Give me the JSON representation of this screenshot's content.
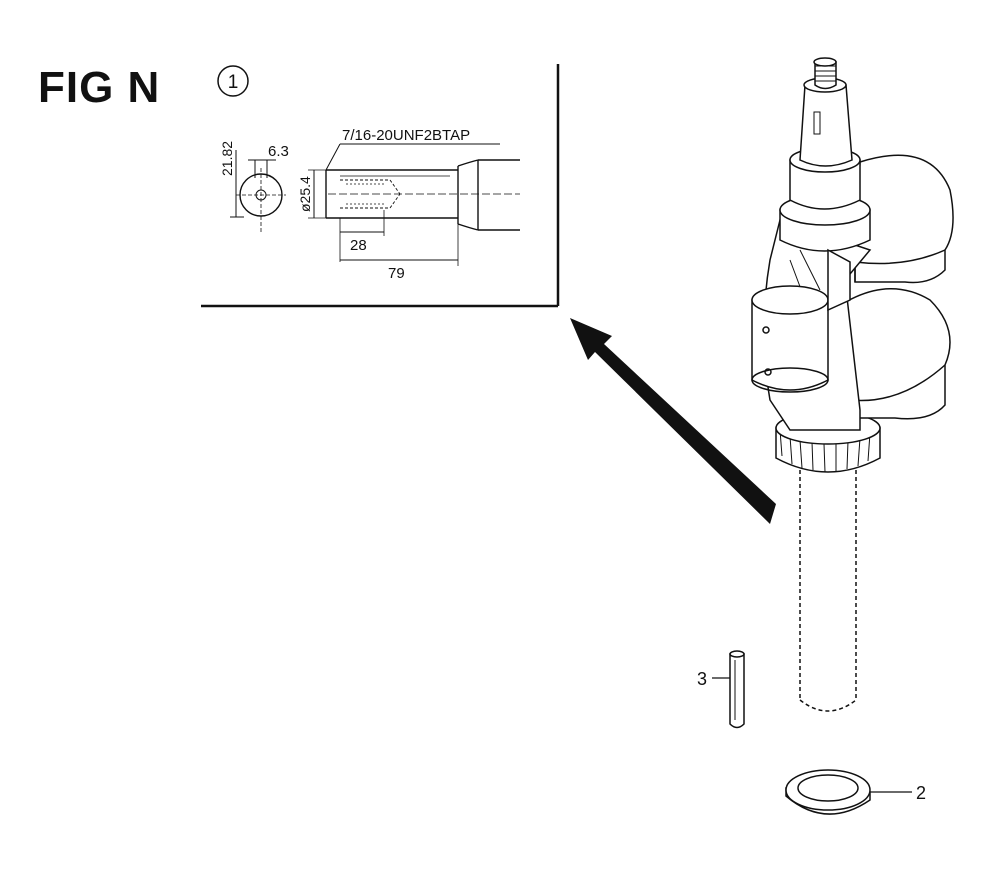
{
  "figure": {
    "title": "FIG N"
  },
  "detail": {
    "callout": "1",
    "thread_spec": "7/16-20UNF2BTAP",
    "dim_height": "21.82",
    "dim_keyway": "6.3",
    "dim_diameter": "ø25.4",
    "dim_thread_depth": "28",
    "dim_length": "79"
  },
  "parts": [
    {
      "label": "1"
    },
    {
      "label": "2"
    },
    {
      "label": "3"
    }
  ],
  "colors": {
    "line": "#111111",
    "background": "#ffffff"
  }
}
